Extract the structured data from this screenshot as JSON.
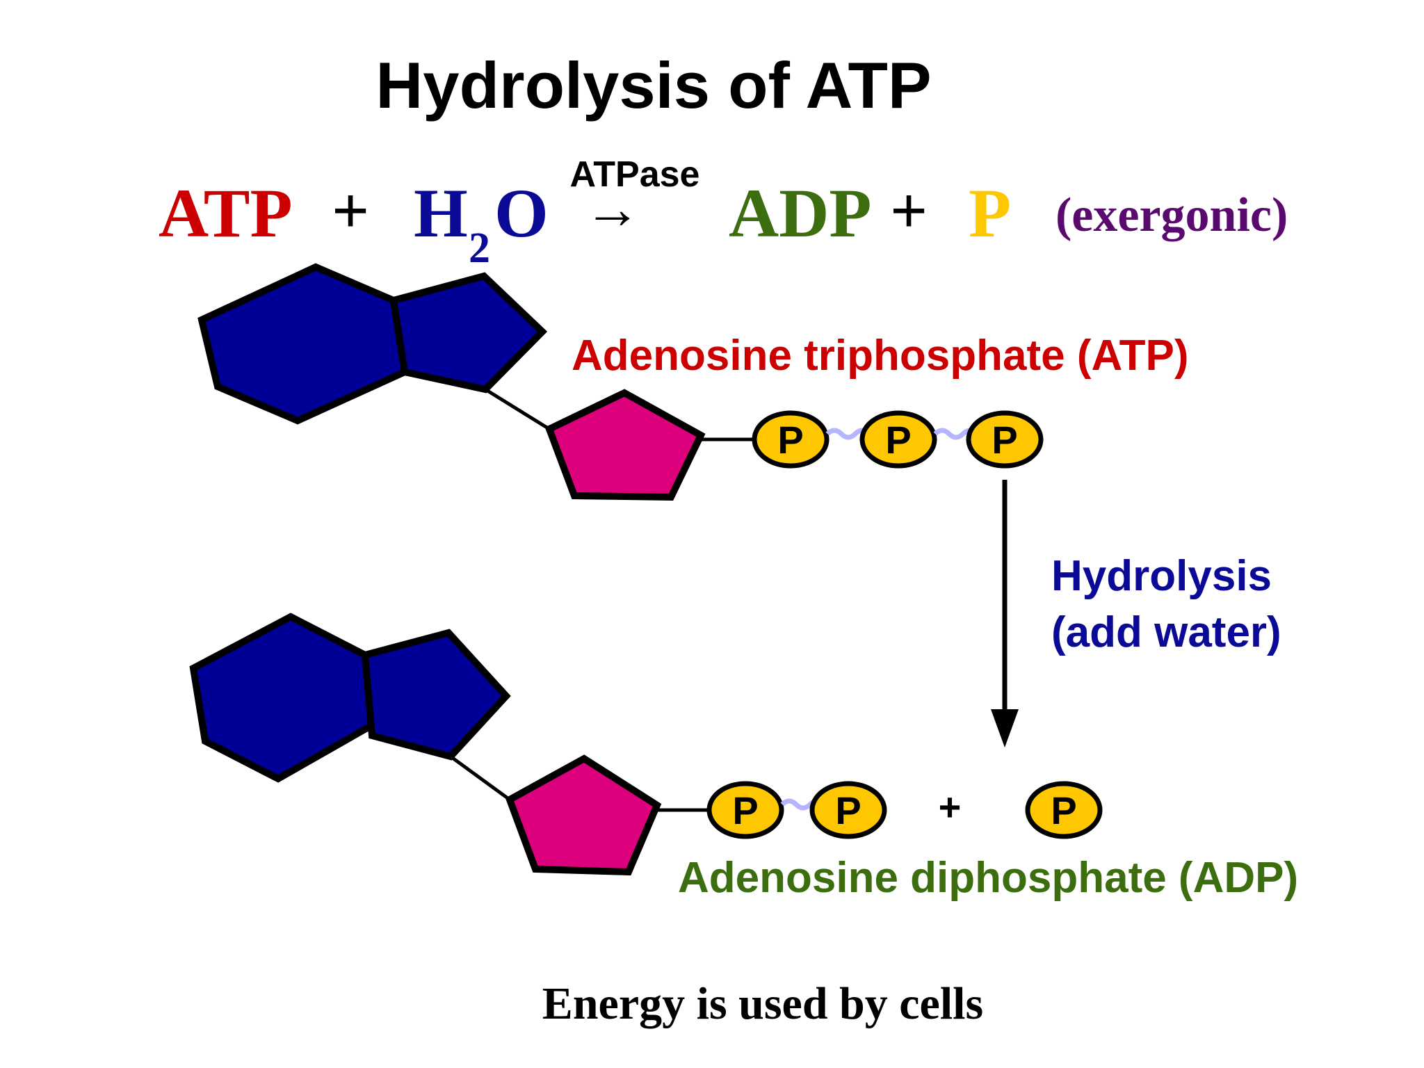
{
  "title": "Hydrolysis of ATP",
  "equation": {
    "reactant1": "ATP",
    "plus1": "+",
    "water_h": "H",
    "water_sub": "2",
    "water_o": "O",
    "enzyme": "ATPase",
    "arrow": "→",
    "product1": "ADP",
    "plus2": "+",
    "product2": "P",
    "note": "(exergonic)"
  },
  "atp": {
    "label": "Adenosine triphosphate (ATP)",
    "phosphates": [
      "P",
      "P",
      "P"
    ]
  },
  "process": {
    "line1": "Hydrolysis",
    "line2": "(add water)"
  },
  "adp": {
    "label": "Adenosine diphosphate (ADP)",
    "phosphates": [
      "P",
      "P"
    ],
    "plus": "+",
    "free_phosphate": "P"
  },
  "footer": "Energy is used by cells",
  "colors": {
    "atp_red": "#cc0000",
    "water_blue": "#0a0a96",
    "adp_green": "#3c6e0f",
    "phosphate_yellow": "#ffc700",
    "exergonic_purple": "#5a0a6e",
    "base_blue": "#000096",
    "ribose_pink": "#dc007d",
    "bond_lilac": "#b4b4ff"
  }
}
